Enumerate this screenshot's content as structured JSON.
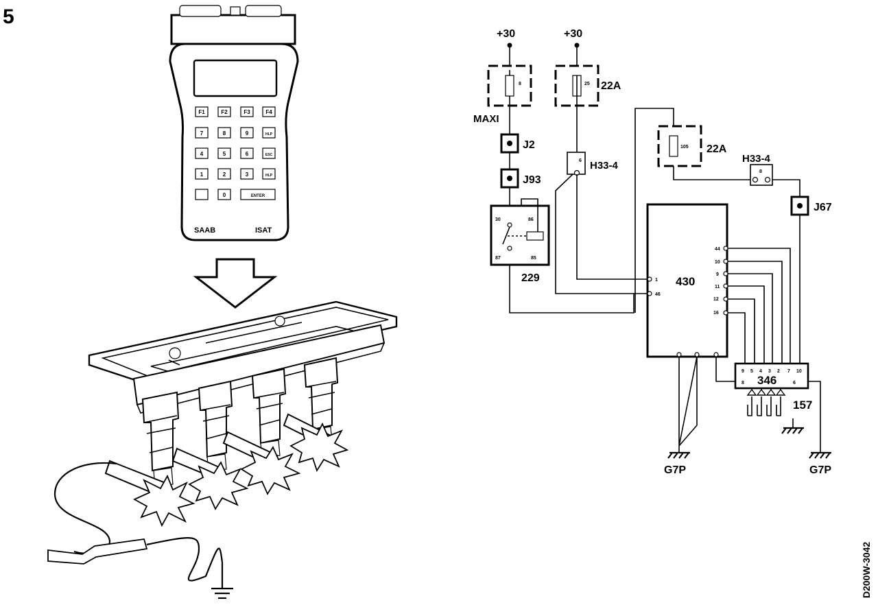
{
  "figure": {
    "step_number": "5",
    "doc_code": "D200W-3042"
  },
  "tester": {
    "brand": "SAAB",
    "model": "ISAT",
    "keys": [
      "F1",
      "F2",
      "F3",
      "F4",
      "7",
      "8",
      "9",
      "HLP",
      "4",
      "5",
      "6",
      "ESC",
      "1",
      "2",
      "3",
      "HLP",
      "",
      "0",
      "ENTER"
    ]
  },
  "schematic": {
    "supply_left": "+30",
    "supply_right": "+30",
    "fuse_maxi_value": "8",
    "fuse_maxi_label": "MAXI",
    "fuse_22a_top_value": "25",
    "fuse_22a_top_label": "22A",
    "fuse_22a_mid_value": "105",
    "fuse_22a_mid_label": "22A",
    "conn_j2": "J2",
    "conn_j93": "J93",
    "conn_j67": "J67",
    "conn_h33_left": "H33-4",
    "conn_h33_left_pin": "6",
    "conn_h33_right": "H33-4",
    "conn_h33_right_pin": "8",
    "relay_label": "229",
    "relay_pins": {
      "p30": "30",
      "p86": "86",
      "p87": "87",
      "p85": "85"
    },
    "ecu_label": "430",
    "ecu_pins_left": [
      "1",
      "46"
    ],
    "ecu_pins_right": [
      "44",
      "10",
      "9",
      "11",
      "12",
      "16"
    ],
    "coil_label": "346",
    "coil_pins_top": [
      "9",
      "5",
      "4",
      "3",
      "2",
      "7",
      "10"
    ],
    "coil_pins_bottom": [
      "8",
      "6"
    ],
    "spark_label": "157",
    "ground_left": "G7P",
    "ground_right": "G7P"
  }
}
